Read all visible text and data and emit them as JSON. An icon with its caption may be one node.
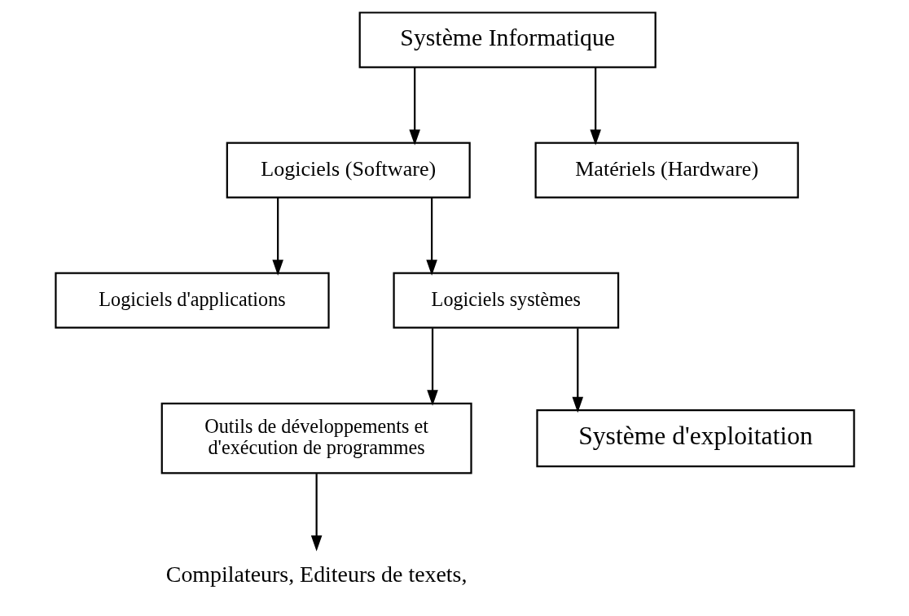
{
  "diagram": {
    "nodes": [
      {
        "text": [
          "Système Informatique"
        ]
      },
      {
        "text": [
          "Logiciels (Software)"
        ]
      },
      {
        "text": [
          "Matériels (Hardware)"
        ]
      },
      {
        "text": [
          "Logiciels d'applications"
        ]
      },
      {
        "text": [
          "Logiciels systèmes"
        ]
      },
      {
        "text": [
          "Outils de développements et d'exécution de programmes"
        ]
      },
      {
        "text": [
          "Système d'exploitation"
        ]
      },
      {
        "text": [
          "Compilateurs, Editeurs de texets,"
        ]
      }
    ],
    "edges": [
      {
        "from": 0,
        "to": 1,
        "arrow": "to"
      },
      {
        "from": 0,
        "to": 2,
        "arrow": "to"
      },
      {
        "from": 1,
        "to": 3,
        "arrow": "to"
      },
      {
        "from": 1,
        "to": 4,
        "arrow": "to"
      },
      {
        "from": 4,
        "to": 5,
        "arrow": "to"
      },
      {
        "from": 4,
        "to": 6,
        "arrow": "to"
      },
      {
        "from": 5,
        "to": 7,
        "arrow": "to"
      }
    ]
  }
}
